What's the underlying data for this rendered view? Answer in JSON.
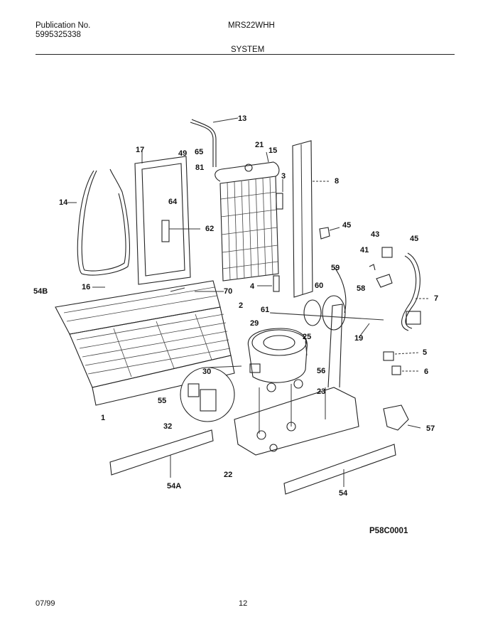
{
  "header": {
    "publication_label": "Publication No.",
    "publication_number": "5995325338",
    "model": "MRS22WHH",
    "section": "SYSTEM"
  },
  "diagram": {
    "reference_code": "P58C0001",
    "callouts": {
      "c13": "13",
      "c17": "17",
      "c49": "49",
      "c65": "65",
      "c21": "21",
      "c15": "15",
      "c81": "81",
      "c3": "3",
      "c8": "8",
      "c14": "14",
      "c64": "64",
      "c62": "62",
      "c45a": "45",
      "c43": "43",
      "c45b": "45",
      "c41": "41",
      "c59": "59",
      "c58": "58",
      "c7": "7",
      "c54b": "54B",
      "c16": "16",
      "c70": "70",
      "c4": "4",
      "c60": "60",
      "c2": "2",
      "c61": "61",
      "c29": "29",
      "c25": "25",
      "c19": "19",
      "c5": "5",
      "c6": "6",
      "c30": "30",
      "c56": "56",
      "c23": "23",
      "c55": "55",
      "c1": "1",
      "c32": "32",
      "c57": "57",
      "c22": "22",
      "c54a": "54A",
      "c54": "54"
    }
  },
  "footer": {
    "date": "07/99",
    "page": "12"
  }
}
